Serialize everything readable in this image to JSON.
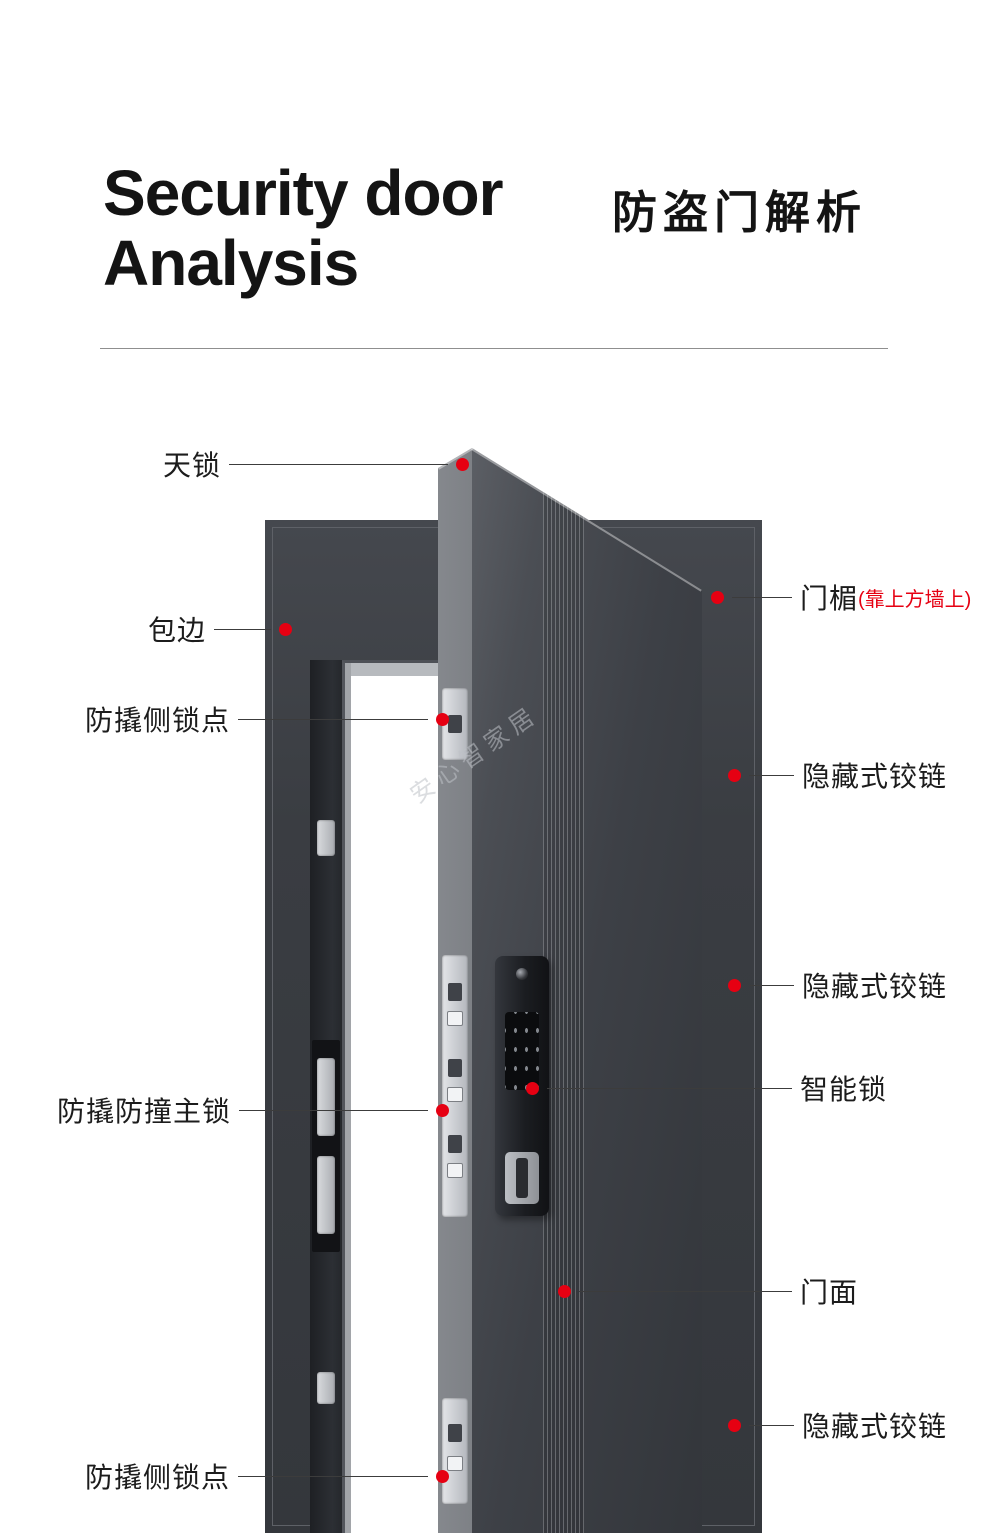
{
  "header": {
    "title_en_line1": "Security door",
    "title_en_line2": "Analysis",
    "title_zh": "防盗门解析"
  },
  "watermark": "安心智家居",
  "colors": {
    "accent_red": "#e60012",
    "door_dark": "#3a3d42",
    "door_edge_gray": "#6c6f74",
    "text_dark": "#1c1c1c"
  },
  "callouts": {
    "left": [
      {
        "label": "天锁"
      },
      {
        "label": "包边"
      },
      {
        "label": "防撬侧锁点"
      },
      {
        "label": "防撬防撞主锁"
      },
      {
        "label": "防撬侧锁点"
      }
    ],
    "right": [
      {
        "label": "门楣",
        "note": "(靠上方墙上)"
      },
      {
        "label": "隐藏式铰链"
      },
      {
        "label": "隐藏式铰链"
      },
      {
        "label": "智能锁"
      },
      {
        "label": "门面"
      },
      {
        "label": "隐藏式铰链"
      }
    ]
  }
}
